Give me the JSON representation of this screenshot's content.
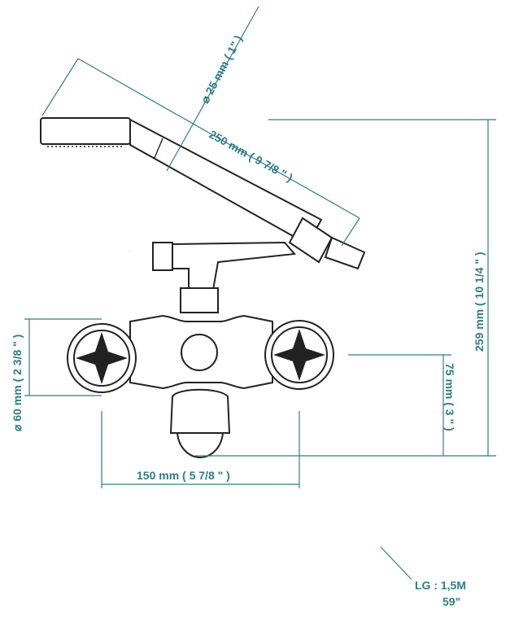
{
  "diagram": {
    "labels": {
      "diameter_25": "⌀ 25 mm ( 1\" )",
      "length_250": "250 mm ( 9 7/8 \" )",
      "height_259": "259 mm ( 10 1/4 \" )",
      "diameter_60": "⌀ 60 mm ( 2 3/8 \" )",
      "offset_75": "75 mm ( 3 \" )",
      "width_150": "150 mm ( 5 7/8 \" )",
      "hose_length_line1": "LG : 1,5M",
      "hose_length_line2": "59\""
    },
    "colors": {
      "dimension": "#2f7d86",
      "outline": "#222222"
    }
  }
}
